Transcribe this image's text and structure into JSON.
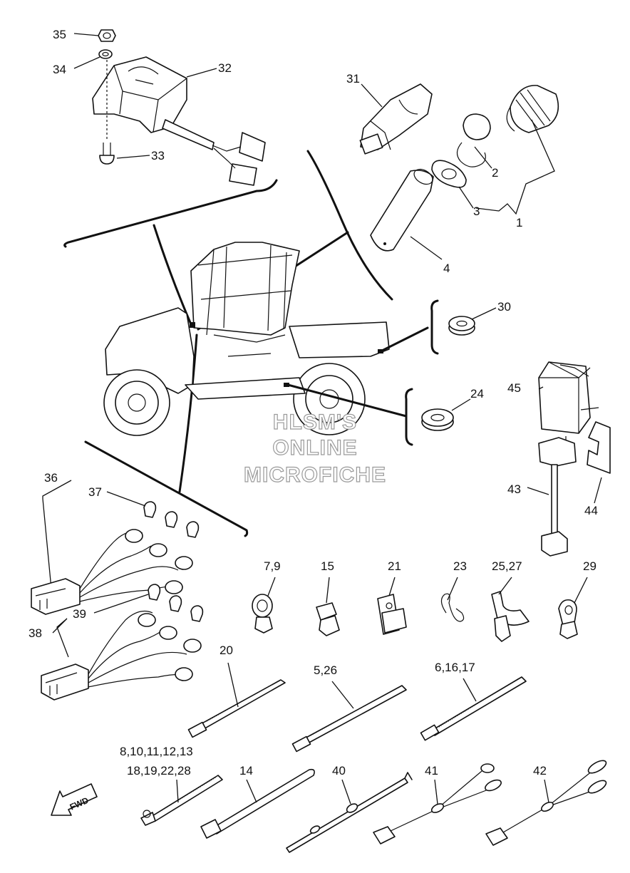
{
  "callouts": {
    "c35": "35",
    "c34": "34",
    "c32": "32",
    "c33": "33",
    "c31": "31",
    "c2": "2",
    "c3": "3",
    "c1": "1",
    "c4": "4",
    "c30": "30",
    "c24": "24",
    "c45": "45",
    "c43": "43",
    "c44": "44",
    "c36": "36",
    "c37": "37",
    "c39": "39",
    "c38": "38",
    "c79": "7,9",
    "c15": "15",
    "c21": "21",
    "c23": "23",
    "c2527": "25,27",
    "c29": "29",
    "c20": "20",
    "c526": "5,26",
    "c61617": "6,16,17",
    "c810": "8,10,11,12,13",
    "c1819": "18,19,22,28",
    "c14": "14",
    "c40": "40",
    "c41": "41",
    "c42": "42"
  },
  "watermark": {
    "line1": "HLSM'S",
    "line2": "ONLINE",
    "line3": "MICROFICHE"
  },
  "fwd_label": "FWD"
}
